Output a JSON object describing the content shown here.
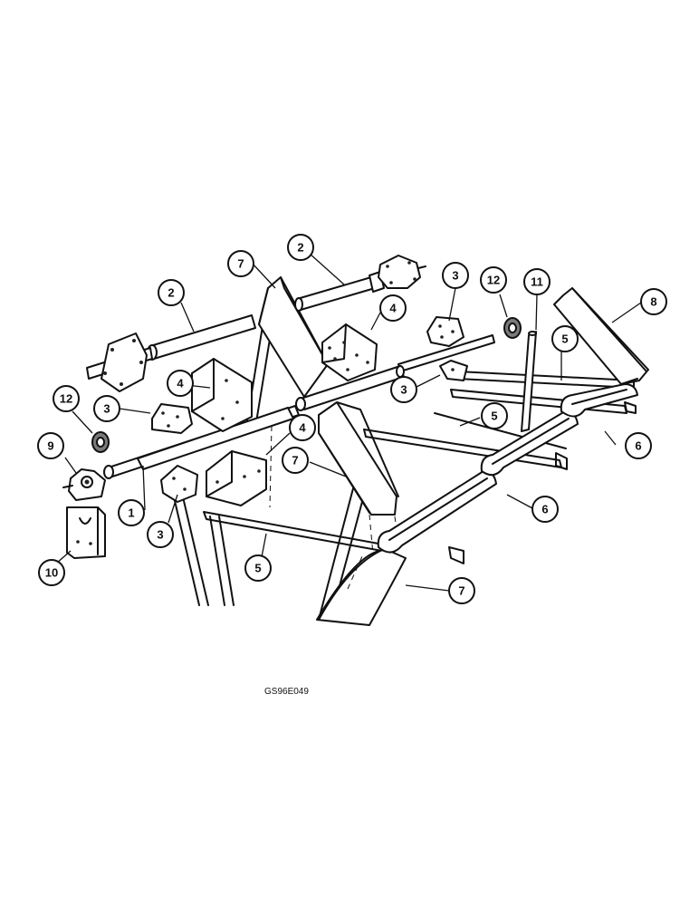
{
  "figure_code": "GS96E049",
  "callouts": [
    {
      "id": "c1",
      "label": "1"
    },
    {
      "id": "c2a",
      "label": "2"
    },
    {
      "id": "c2b",
      "label": "2"
    },
    {
      "id": "c3a",
      "label": "3"
    },
    {
      "id": "c3b",
      "label": "3"
    },
    {
      "id": "c3c",
      "label": "3"
    },
    {
      "id": "c3d",
      "label": "3"
    },
    {
      "id": "c4a",
      "label": "4"
    },
    {
      "id": "c4b",
      "label": "4"
    },
    {
      "id": "c4c",
      "label": "4"
    },
    {
      "id": "c5a",
      "label": "5"
    },
    {
      "id": "c5b",
      "label": "5"
    },
    {
      "id": "c5c",
      "label": "5"
    },
    {
      "id": "c6a",
      "label": "6"
    },
    {
      "id": "c6b",
      "label": "6"
    },
    {
      "id": "c7a",
      "label": "7"
    },
    {
      "id": "c7b",
      "label": "7"
    },
    {
      "id": "c7c",
      "label": "7"
    },
    {
      "id": "c8",
      "label": "8"
    },
    {
      "id": "c9",
      "label": "9"
    },
    {
      "id": "c10",
      "label": "10"
    },
    {
      "id": "c11",
      "label": "11"
    },
    {
      "id": "c12a",
      "label": "12"
    },
    {
      "id": "c12b",
      "label": "12"
    }
  ]
}
